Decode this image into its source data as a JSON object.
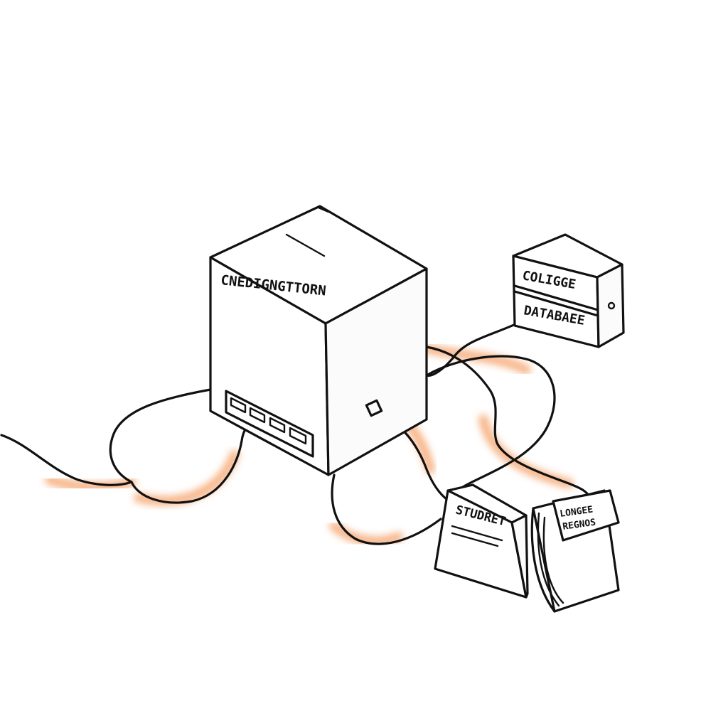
{
  "labels": {
    "main_box": "CNEDIGNGTTORN",
    "database_top": "COLIGGE",
    "database_bottom": "DATABAEE",
    "student_box": "STUDRET",
    "records_line1": "LONGEE",
    "records_line2": "REGNOS"
  },
  "colors": {
    "ink": "#111111",
    "glow": "#f07a2a",
    "background": "#ffffff"
  }
}
